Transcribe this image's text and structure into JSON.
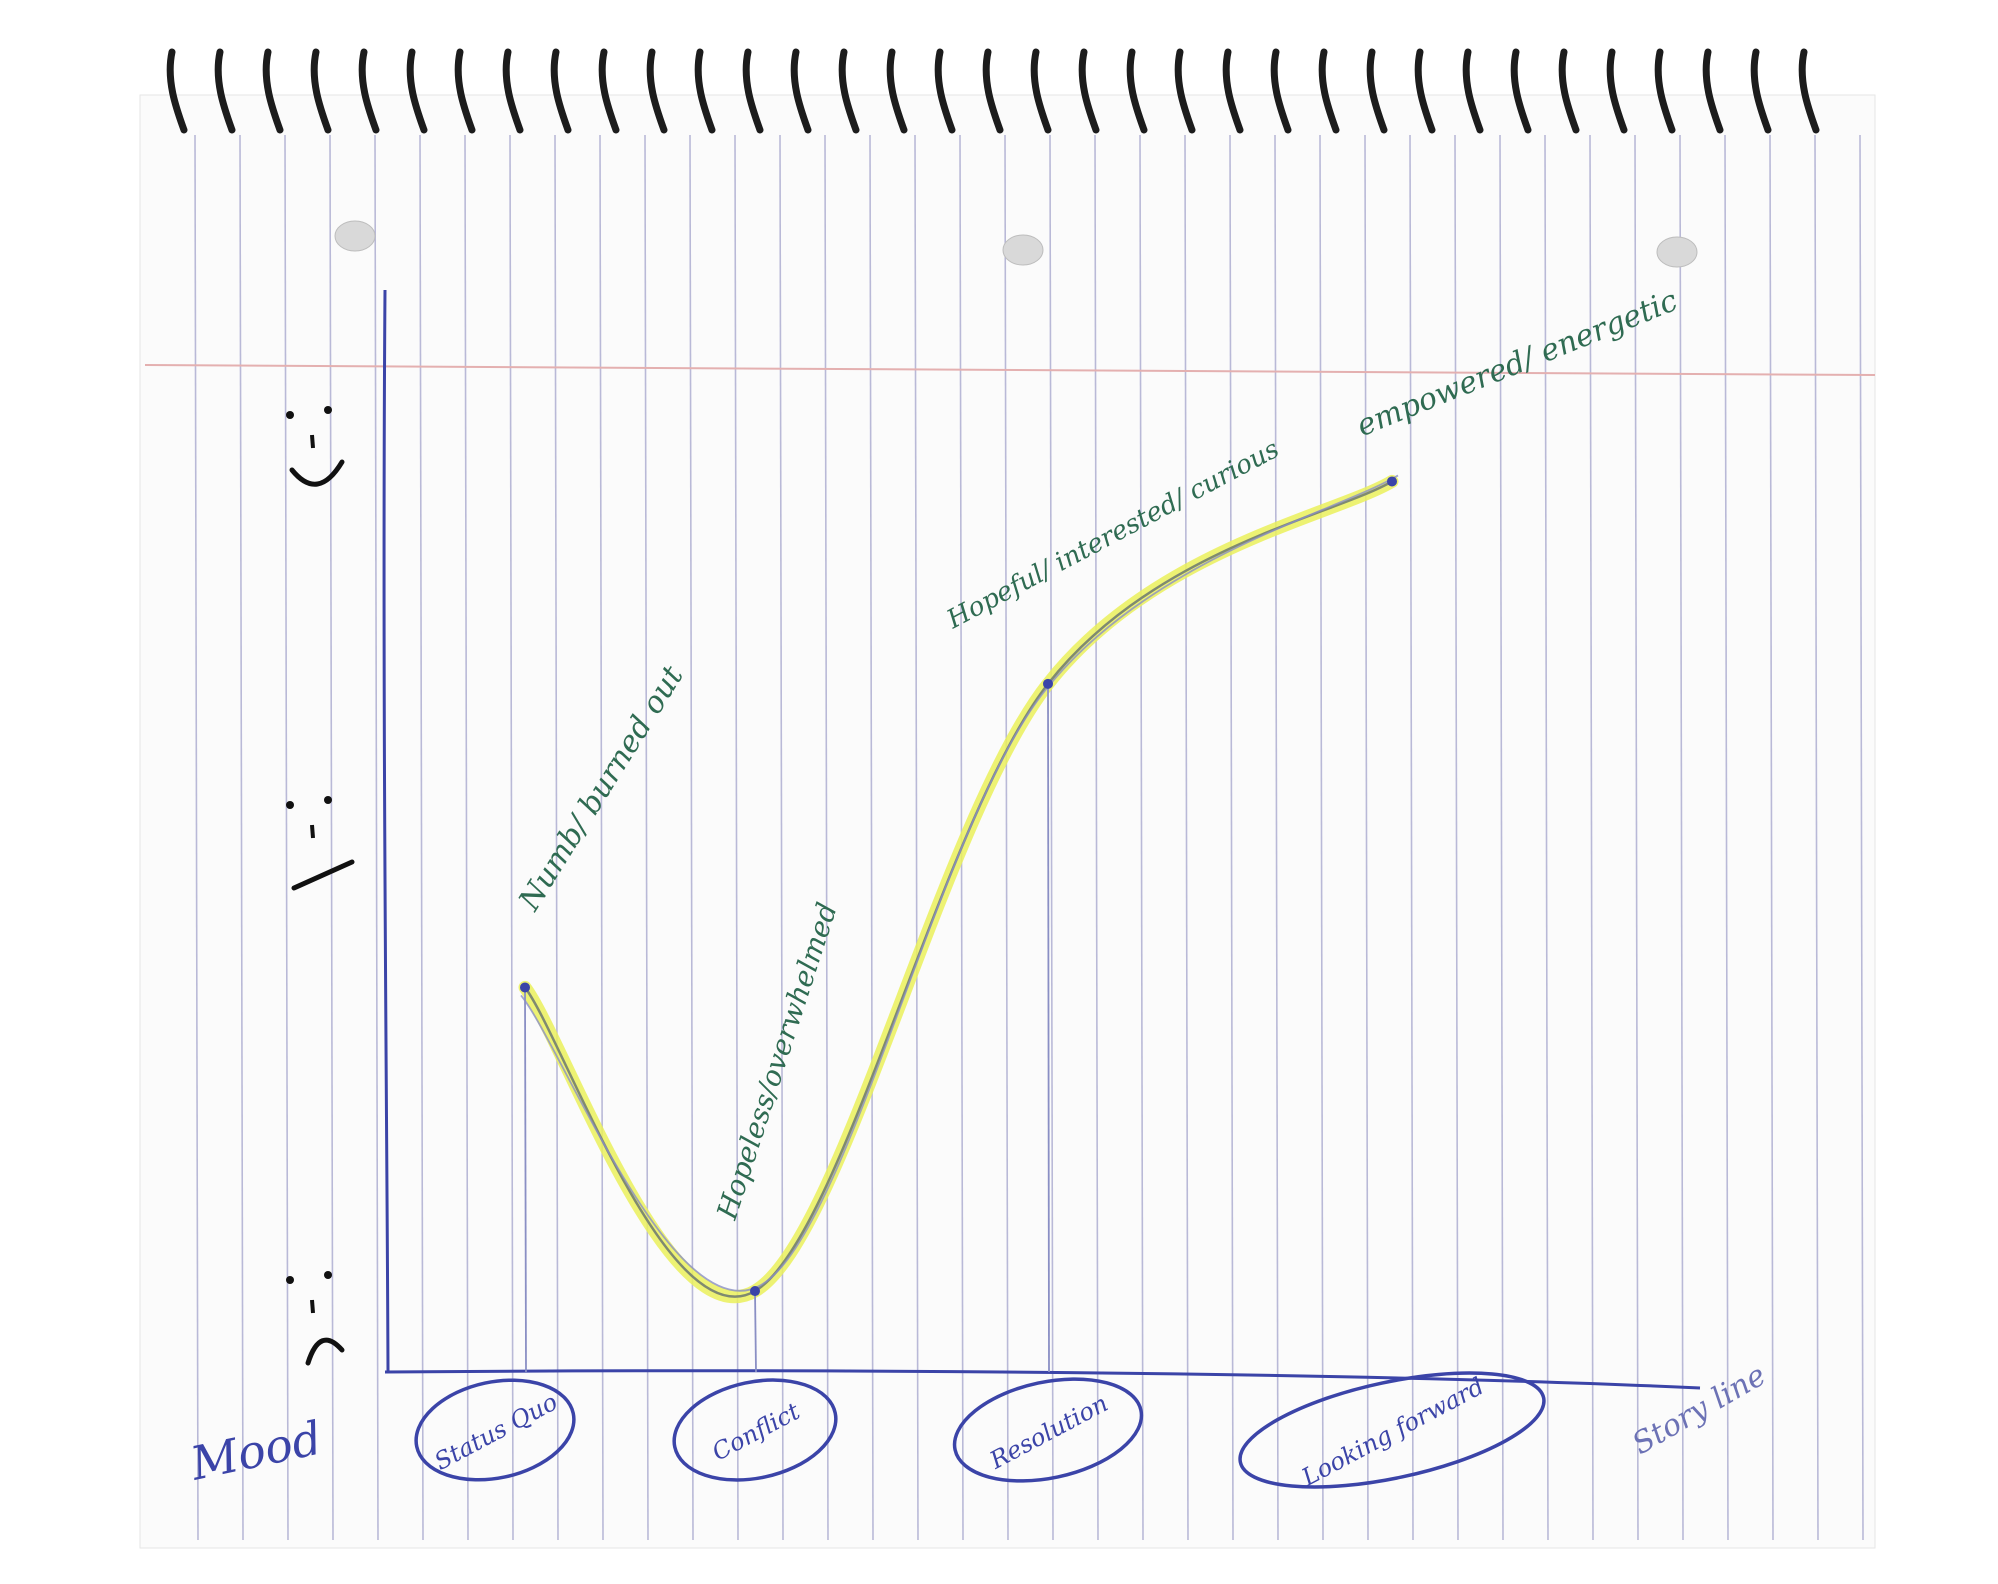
{
  "chart_data": {
    "type": "line",
    "title": "",
    "xlabel": "Story line",
    "ylabel": "Mood",
    "categories": [
      "Status Quo",
      "Conflict",
      "Resolution",
      "Looking forward"
    ],
    "y_scale_faces": [
      "happy-face",
      "neutral-face",
      "sad-face"
    ],
    "ylim": [
      0,
      10
    ],
    "grid": true,
    "series": [
      {
        "values": [
          3.8,
          0.8,
          6.8,
          8.8
        ],
        "point_labels": [
          "Numb/ burned out",
          "Hopeless/overwhelmed",
          "Hopeful/ interested/ curious",
          "empowered/ energetic"
        ]
      }
    ]
  },
  "colors": {
    "paper": "#fbfbfb",
    "ruled_line": "#a9a9cf",
    "margin_line": "#e4b0b0",
    "axis_ink": "#3b44a8",
    "label_ink": "#2f6b52",
    "highlight": "#eaf05a",
    "spiral": "#1c1c1c"
  }
}
